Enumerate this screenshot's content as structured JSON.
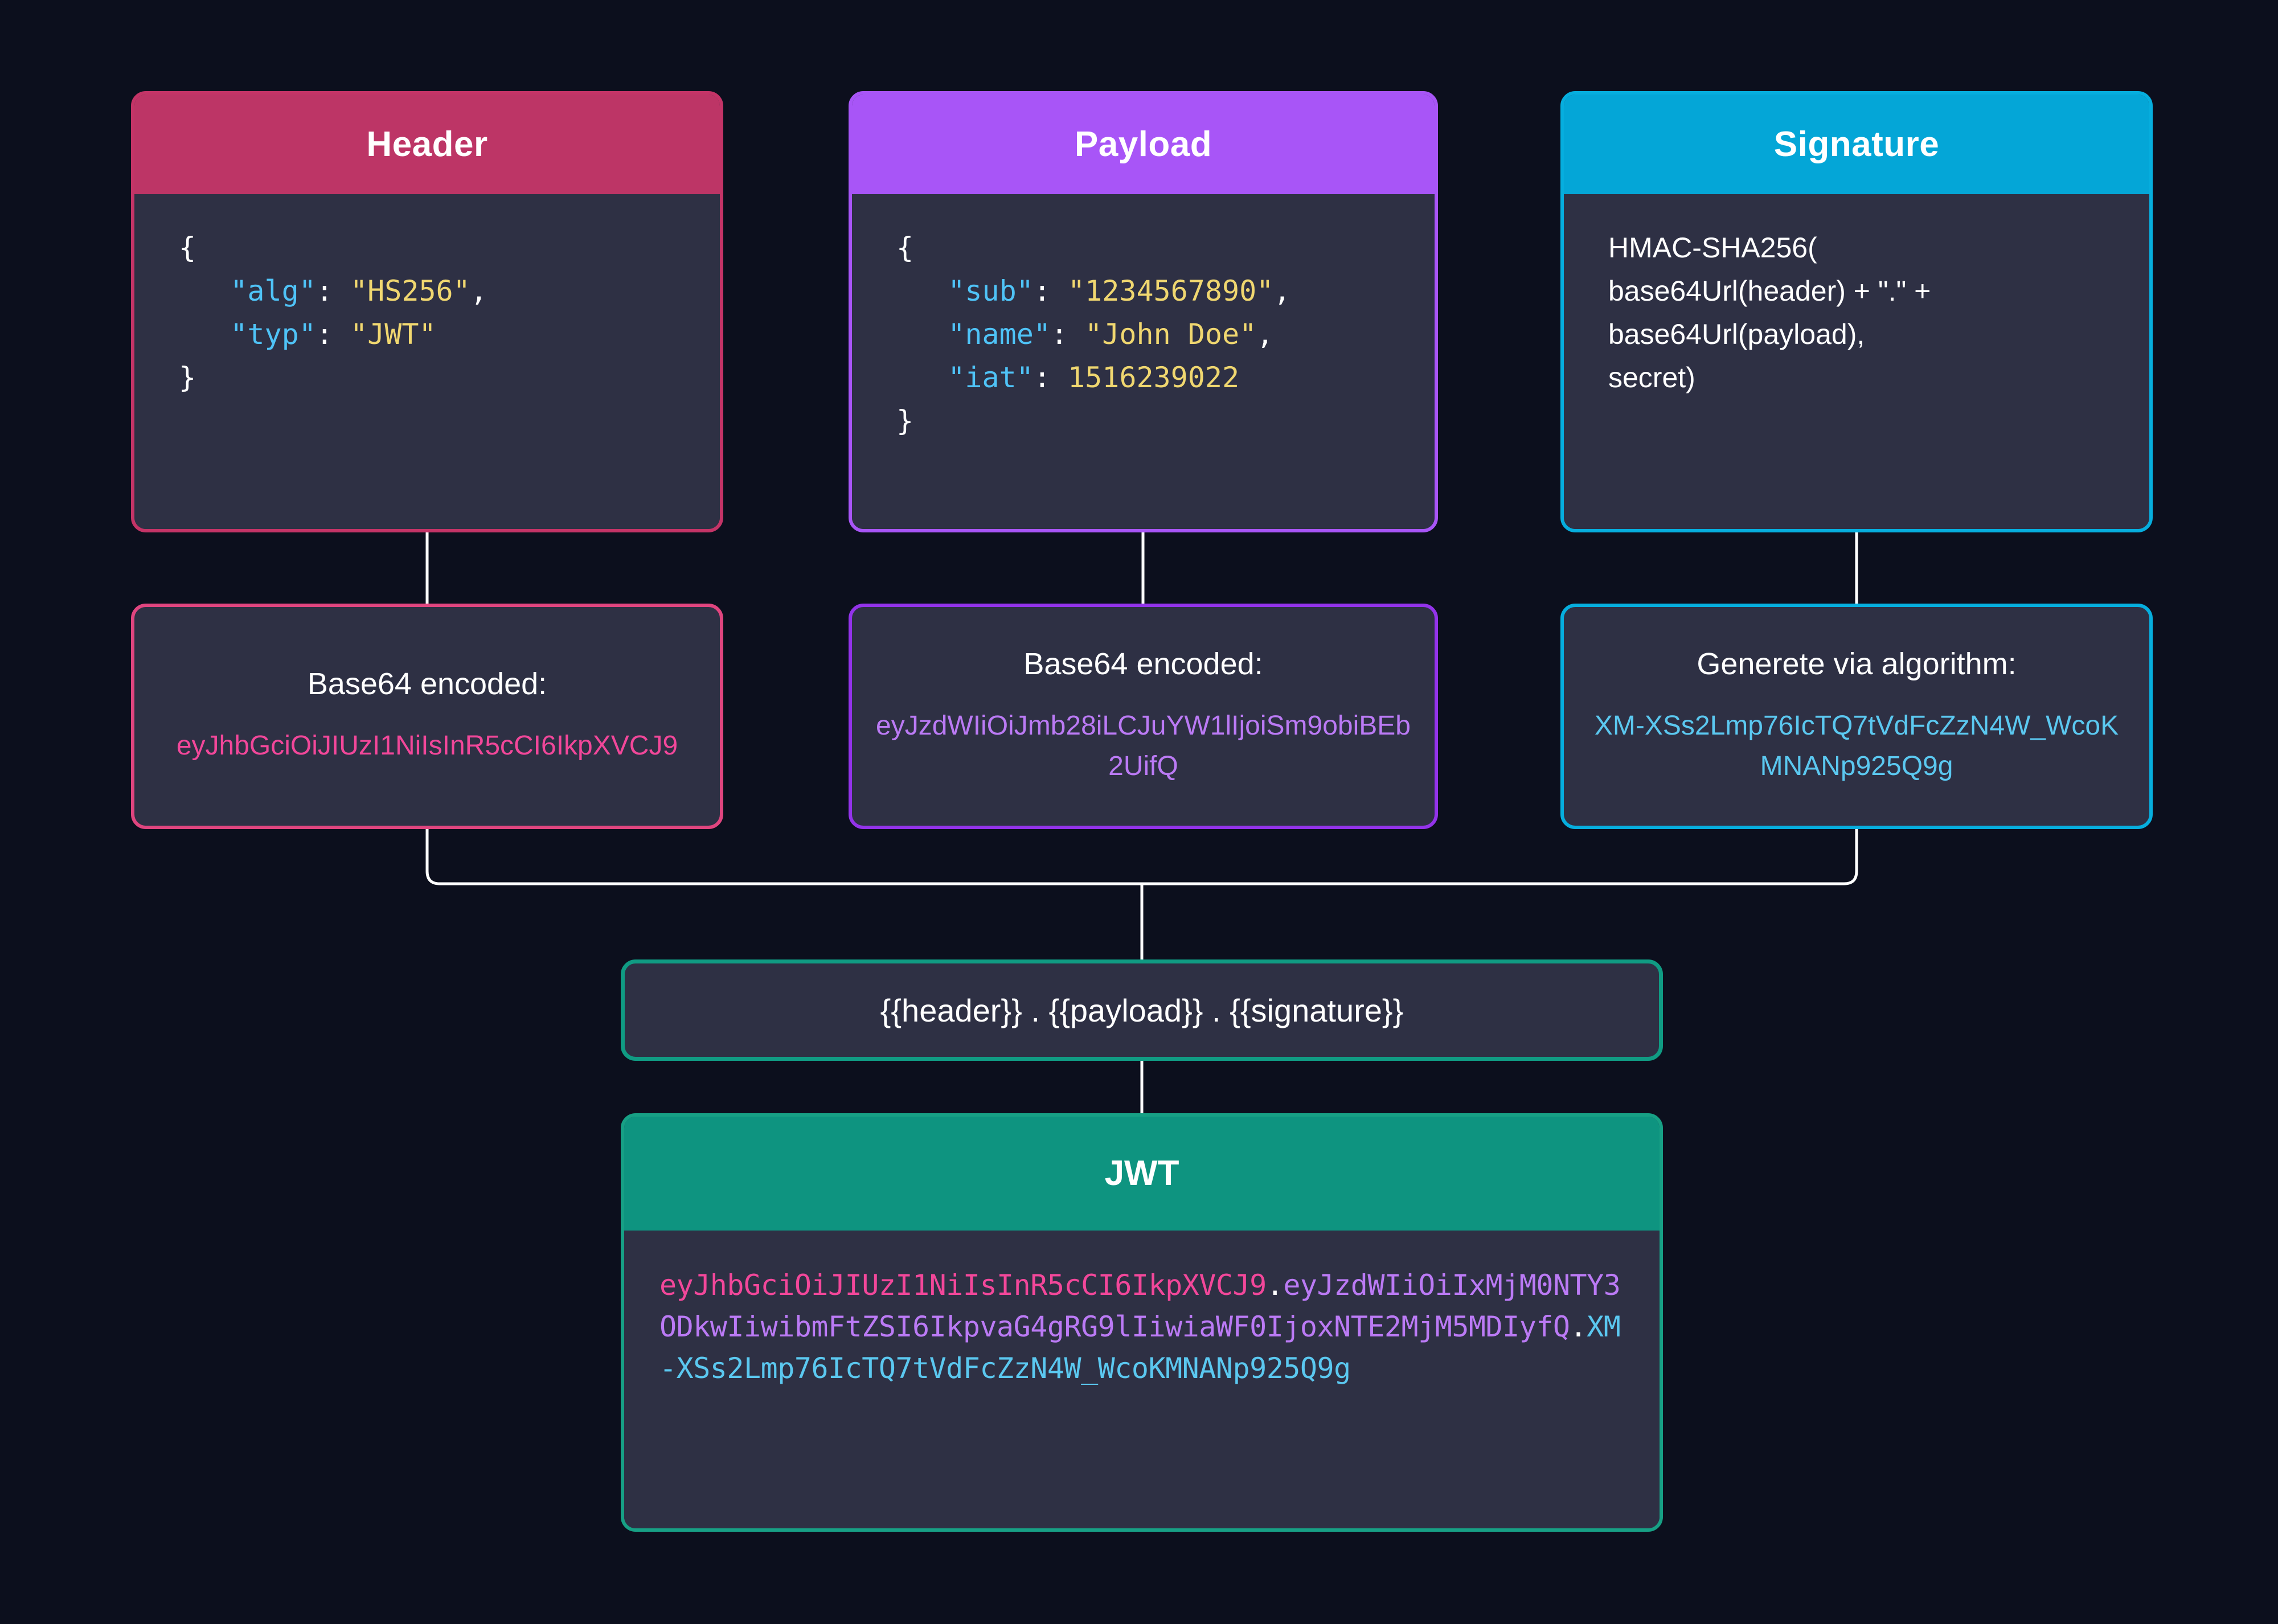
{
  "colors": {
    "background": "#0c0f1d",
    "card_body": "#2e3044",
    "header_accent": "#bd3566",
    "payload_accent": "#a855f7",
    "signature_accent": "#04a6d7",
    "jwt_accent": "#0e9480",
    "json_key": "#4fc3f7",
    "json_value": "#f0d770",
    "connector": "#ffffff"
  },
  "cards": {
    "header": {
      "title": "Header",
      "json": {
        "open_brace": "{",
        "close_brace": "}",
        "lines": [
          {
            "key": "\"alg\"",
            "sep": ": ",
            "value": "\"HS256\"",
            "comma": ","
          },
          {
            "key": "\"typ\"",
            "sep": ": ",
            "value": "\"JWT\"",
            "comma": ""
          }
        ]
      }
    },
    "payload": {
      "title": "Payload",
      "json": {
        "open_brace": "{",
        "close_brace": "}",
        "lines": [
          {
            "key": "\"sub\"",
            "sep": ": ",
            "value": "\"1234567890\"",
            "comma": ","
          },
          {
            "key": "\"name\"",
            "sep": ": ",
            "value": "\"John Doe\"",
            "comma": ","
          },
          {
            "key": "\"iat\"",
            "sep": ": ",
            "value": "1516239022",
            "comma": ""
          }
        ]
      }
    },
    "signature": {
      "title": "Signature",
      "formula": "HMAC-SHA256(\nbase64Url(header) + \".\" +\nbase64Url(payload),\nsecret)"
    }
  },
  "encoded": {
    "header": {
      "label": "Base64 encoded:",
      "value": "eyJhbGciOiJIUzI1NiIsInR5cCI6IkpXVCJ9"
    },
    "payload": {
      "label": "Base64 encoded:",
      "value": "eyJzdWIiOiJmb28iLCJuYW1lIjoiSm9obiBEb2UifQ"
    },
    "signature": {
      "label": "Generete via algorithm:",
      "value": "XM-XSs2Lmp76IcTQ7tVdFcZzN4W_WcoKMNANp925Q9g"
    }
  },
  "template": {
    "text": "{{header}} . {{payload}} . {{signature}}"
  },
  "jwt": {
    "title": "JWT",
    "token": {
      "header_part": "eyJhbGciOiJIUzI1NiIsInR5cCI6IkpXVCJ9",
      "dot1": ".",
      "payload_part": "eyJzdWIiOiIxMjM0NTY3ODkwIiwibmFtZSI6IkpvaG4gRG9lIiwiaWF0IjoxNTE2MjM5MDIyfQ",
      "dot2": ".",
      "signature_part": "XM-XSs2Lmp76IcTQ7tVdFcZzN4W_WcoKMNANp925Q9g"
    }
  }
}
